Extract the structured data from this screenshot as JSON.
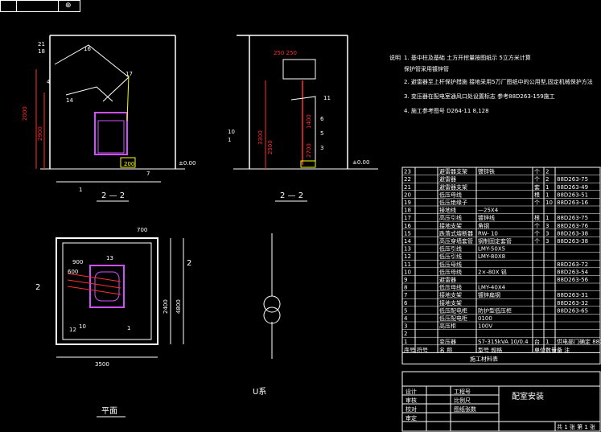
{
  "title_tab": {
    "symbol": "⊕"
  },
  "views": {
    "section_left": {
      "label": "2 — 2",
      "dims": [
        "2000",
        "2900",
        "200"
      ],
      "tags": [
        "21",
        "18",
        "16",
        "17",
        "4",
        "14",
        "1",
        "7"
      ],
      "level": "±0.00"
    },
    "section_right": {
      "label": "2 — 2",
      "dims": [
        "250 250",
        "3300",
        "2500",
        "1400",
        "2700"
      ],
      "tags": [
        "11",
        "6",
        "5",
        "3",
        "10",
        "1"
      ],
      "level": "±0.00"
    },
    "plan": {
      "label": "平面",
      "section_mark": "2",
      "dims": [
        "700",
        "900",
        "600",
        "2400",
        "4800",
        "3500"
      ],
      "tags": [
        "13",
        "12",
        "10",
        "1"
      ]
    },
    "symbol": {
      "label": "U系"
    }
  },
  "notes": {
    "header": "说明",
    "lines": [
      "1. 基中柱及基础  土方开挖量按图纸示  5立方米计算",
      "   保护管采用镀锌管",
      "2. 避雷器至上杆保护措施  接地采用5万厂图纸中的公用型,固定机械保护方法",
      "3. 变压器在配电室通风口处设置标志  参考88D263-159施工",
      "4. 施工参考图号  D264-11 8,128"
    ]
  },
  "materials": {
    "header": [
      "序号",
      "符号",
      "名  称",
      "型号  规格",
      "单位",
      "数量",
      "备  注"
    ],
    "rows": [
      [
        "23",
        "",
        "避雷器支架",
        "镀锌铁",
        "个",
        "2",
        ""
      ],
      [
        "22",
        "",
        "避雷器",
        "",
        "个",
        "2",
        "88D263-75"
      ],
      [
        "21",
        "",
        "避雷器支架",
        "",
        "套",
        "1",
        "88D263-49"
      ],
      [
        "20",
        "",
        "低压母线",
        "",
        "根",
        "1",
        "88D263-51"
      ],
      [
        "19",
        "",
        "低压绝缘子",
        "",
        "个",
        "10",
        "88D263-16"
      ],
      [
        "18",
        "",
        "接地线",
        "—25X4",
        "",
        "",
        ""
      ],
      [
        "17",
        "",
        "高压引线",
        "镀锌线",
        "根",
        "1",
        "88D263-75"
      ],
      [
        "16",
        "",
        "接地支架",
        "角钢",
        "个",
        "3",
        "88D263-76"
      ],
      [
        "15",
        "",
        "跌落式熔断器",
        "RW- 10",
        "个",
        "3",
        "88D263-38"
      ],
      [
        "14",
        "",
        "高压穿墙套管",
        "钢制固定套管",
        "个",
        "3",
        "88D263-38"
      ],
      [
        "13",
        "",
        "低压引线",
        "LMY-50X5",
        "",
        "",
        ""
      ],
      [
        "12",
        "",
        "低压引线",
        "LMY-80X8",
        "",
        "",
        ""
      ],
      [
        "11",
        "",
        "低压母线",
        "",
        "",
        "",
        "88D263-72"
      ],
      [
        "10",
        "",
        "低压母线",
        "2×-80X   铝",
        "",
        "",
        "88D263-54"
      ],
      [
        "9",
        "",
        "避雷器",
        "",
        "",
        "",
        "88D263-56"
      ],
      [
        "8",
        "",
        "低压母线",
        "LMY-40X4",
        "",
        "",
        ""
      ],
      [
        "7",
        "",
        "接地支架",
        "镀锌扁钢",
        "",
        "",
        "88D263-31"
      ],
      [
        "6",
        "",
        "接地支架",
        "",
        "",
        "",
        "88D263-32"
      ],
      [
        "5",
        "",
        "低压配电柜",
        "防护型低压柜",
        "",
        "",
        "88D263-65"
      ],
      [
        "4",
        "",
        "低压配电柜",
        "0100",
        "",
        "",
        ""
      ],
      [
        "3",
        "",
        "高压柜",
        "100V",
        "",
        "",
        ""
      ],
      [
        "2",
        "",
        "",
        "",
        "",
        "",
        ""
      ],
      [
        "1",
        "",
        "变压器",
        "S7-315kVA  10/0.4",
        "台",
        "1",
        "供电部门确定 88D263-68"
      ]
    ],
    "table_title": "施工材料表"
  },
  "title_block": {
    "drawing_name": "配室安装",
    "rows": [
      "设计",
      "审核",
      "校对",
      "审定"
    ],
    "cols": [
      "工程号",
      "比例尺",
      "图纸张数"
    ],
    "page": "共 1 张  第 1 张"
  }
}
